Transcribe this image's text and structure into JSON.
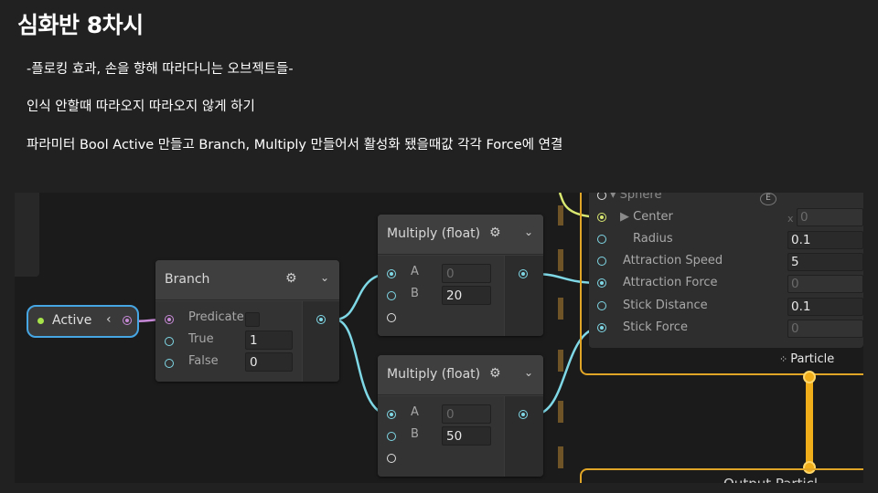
{
  "slide": {
    "title": "심화반 8차시",
    "notes": [
      "-플로킹 효과, 손을 향해 따라다니는 오브젝트들-",
      "인식 안할때 따라오지 따라오지 않게 하기",
      "파라미터 Bool Active 만들고 Branch, Multiply 만들어서 활성화 됐을때값 각각 Force에 연결"
    ]
  },
  "graph": {
    "active_node": {
      "label": "Active",
      "arrow": "‹"
    },
    "branch": {
      "title": "Branch",
      "inputs": [
        {
          "label": "Predicate",
          "value": ""
        },
        {
          "label": "True",
          "value": "1"
        },
        {
          "label": "False",
          "value": "0"
        }
      ]
    },
    "multiply1": {
      "title": "Multiply (float)",
      "inputs": [
        {
          "label": "A",
          "value": "0"
        },
        {
          "label": "B",
          "value": "20"
        }
      ]
    },
    "multiply2": {
      "title": "Multiply (float)",
      "inputs": [
        {
          "label": "A",
          "value": "0"
        },
        {
          "label": "B",
          "value": "50"
        }
      ]
    },
    "context_block": {
      "shape_label": "Sphere",
      "e_badge": "E",
      "rows": [
        {
          "label": "Center",
          "value": "0",
          "prefix": "x"
        },
        {
          "label": "Radius",
          "value": "0.1"
        },
        {
          "label": "Attraction Speed",
          "value": "5"
        },
        {
          "label": "Attraction Force",
          "value": "0"
        },
        {
          "label": "Stick Distance",
          "value": "0.1"
        },
        {
          "label": "Stick Force",
          "value": "0"
        }
      ]
    },
    "particle_label": "Particle",
    "bottom_context_text": "Output Particl"
  },
  "icons": {
    "gear": "gear-icon",
    "chevron": "chevron-down-icon",
    "particle": "particle-icon",
    "triangle": "triangle-right-icon"
  },
  "colors": {
    "background": "#212121",
    "float_port": "#7fd8e6",
    "bool_port": "#c88ad8",
    "vector_port": "#d9e870",
    "selection": "#46a6e4",
    "context_border": "#e0a526",
    "flow": "#f0ae1a"
  }
}
